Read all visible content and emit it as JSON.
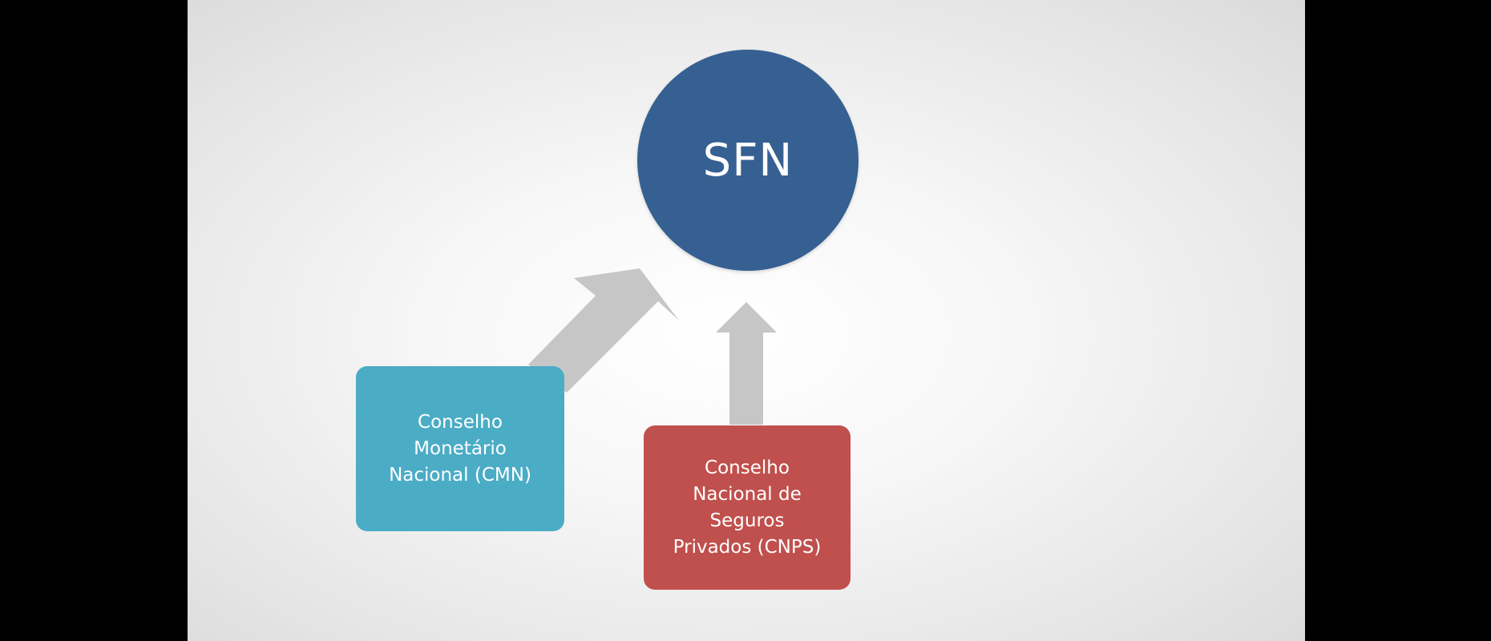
{
  "diagram": {
    "center": {
      "label": "SFN",
      "color": "#366092"
    },
    "nodes": [
      {
        "id": "cmn",
        "label": "Conselho\nMonetário\nNacional (CMN)",
        "color": "#4bacc6"
      },
      {
        "id": "cnps",
        "label": "Conselho\nNacional de\nSeguros\nPrivados (CNPS)",
        "color": "#c0504d"
      }
    ],
    "arrow_color": "#c6c6c6",
    "edges": [
      {
        "from": "cmn",
        "to": "sfn"
      },
      {
        "from": "cnps",
        "to": "sfn"
      }
    ]
  }
}
